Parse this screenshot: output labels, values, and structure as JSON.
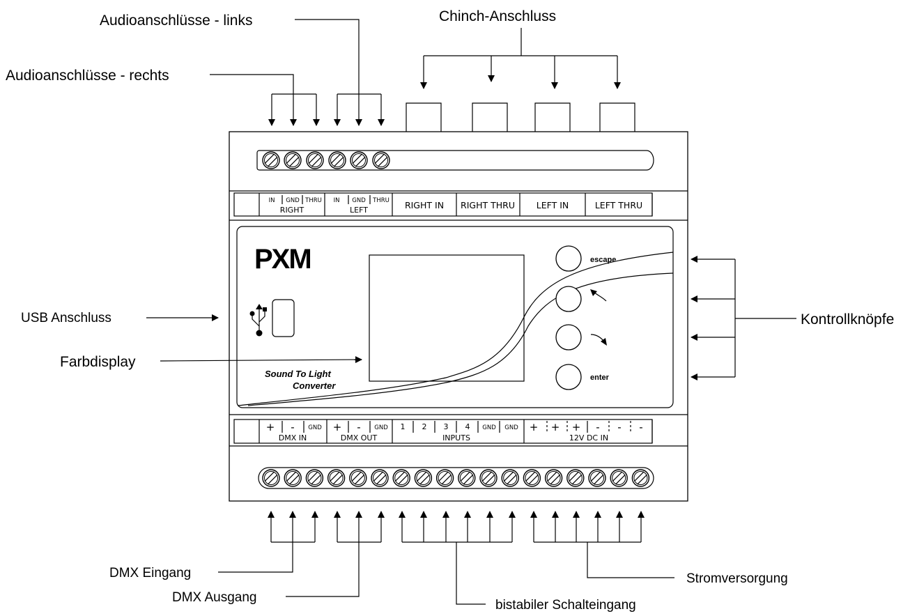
{
  "callouts": {
    "audio_links": "Audioanschlüsse - links",
    "audio_rechts": "Audioanschlüsse - rechts",
    "chinch": "Chinch-Anschluss",
    "usb": "USB Anschluss",
    "farbdisplay": "Farbdisplay",
    "kontroll": "Kontrollknöpfe",
    "dmx_eingang": "DMX Eingang",
    "dmx_ausgang": "DMX Ausgang",
    "bistabil": "bistabiler Schalteingang",
    "strom": "Stromversorgung"
  },
  "top_labels": {
    "in": "IN",
    "gnd": "GND",
    "thru": "THRU",
    "right": "RIGHT",
    "left": "LEFT",
    "right_in": "RIGHT IN",
    "right_thru": "RIGHT THRU",
    "left_in": "LEFT IN",
    "left_thru": "LEFT THRU"
  },
  "bottom_labels": {
    "plus": "+",
    "minus": "-",
    "gnd": "GND",
    "dmx_in": "DMX IN",
    "dmx_out": "DMX OUT",
    "in1": "1",
    "in2": "2",
    "in3": "3",
    "in4": "4",
    "inputs": "INPUTS",
    "dc_in": "12V DC IN"
  },
  "panel": {
    "logo": "PXM",
    "product_line1": "Sound To Light",
    "product_line2": "Converter",
    "btn_escape": "escape",
    "btn_enter": "enter"
  }
}
